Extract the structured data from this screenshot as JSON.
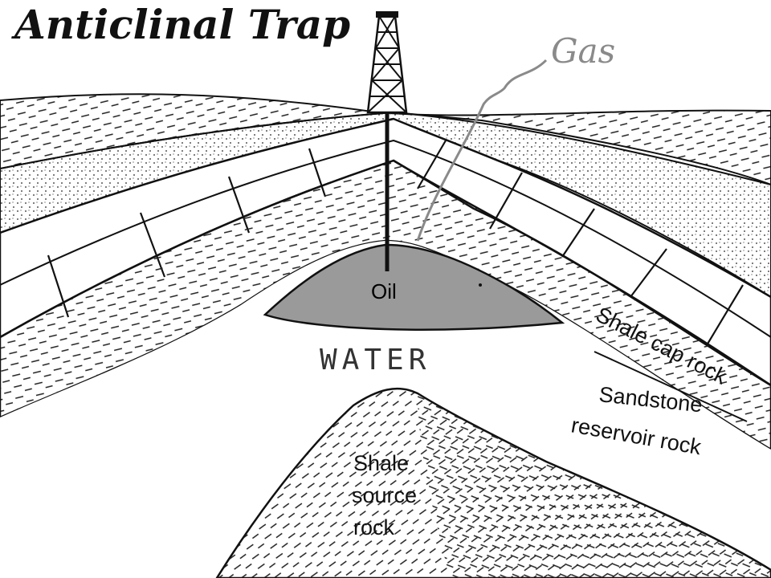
{
  "diagram": {
    "title": "Anticlinal Trap",
    "labels": {
      "gas": "Gas",
      "oil": "Oil",
      "water": "WATER",
      "cap_rock_line1": "Shale cap rock",
      "reservoir_line1": "Sandstone",
      "reservoir_line2": "reservoir rock",
      "source_line1": "Shale",
      "source_line2": "source",
      "source_line3": "rock"
    },
    "colors": {
      "oil_fill": "#9a9a9a",
      "gas_label": "#8a8a8a",
      "line": "#111111",
      "background": "#ffffff"
    },
    "icons": [
      "drilling-derrick-icon"
    ]
  }
}
